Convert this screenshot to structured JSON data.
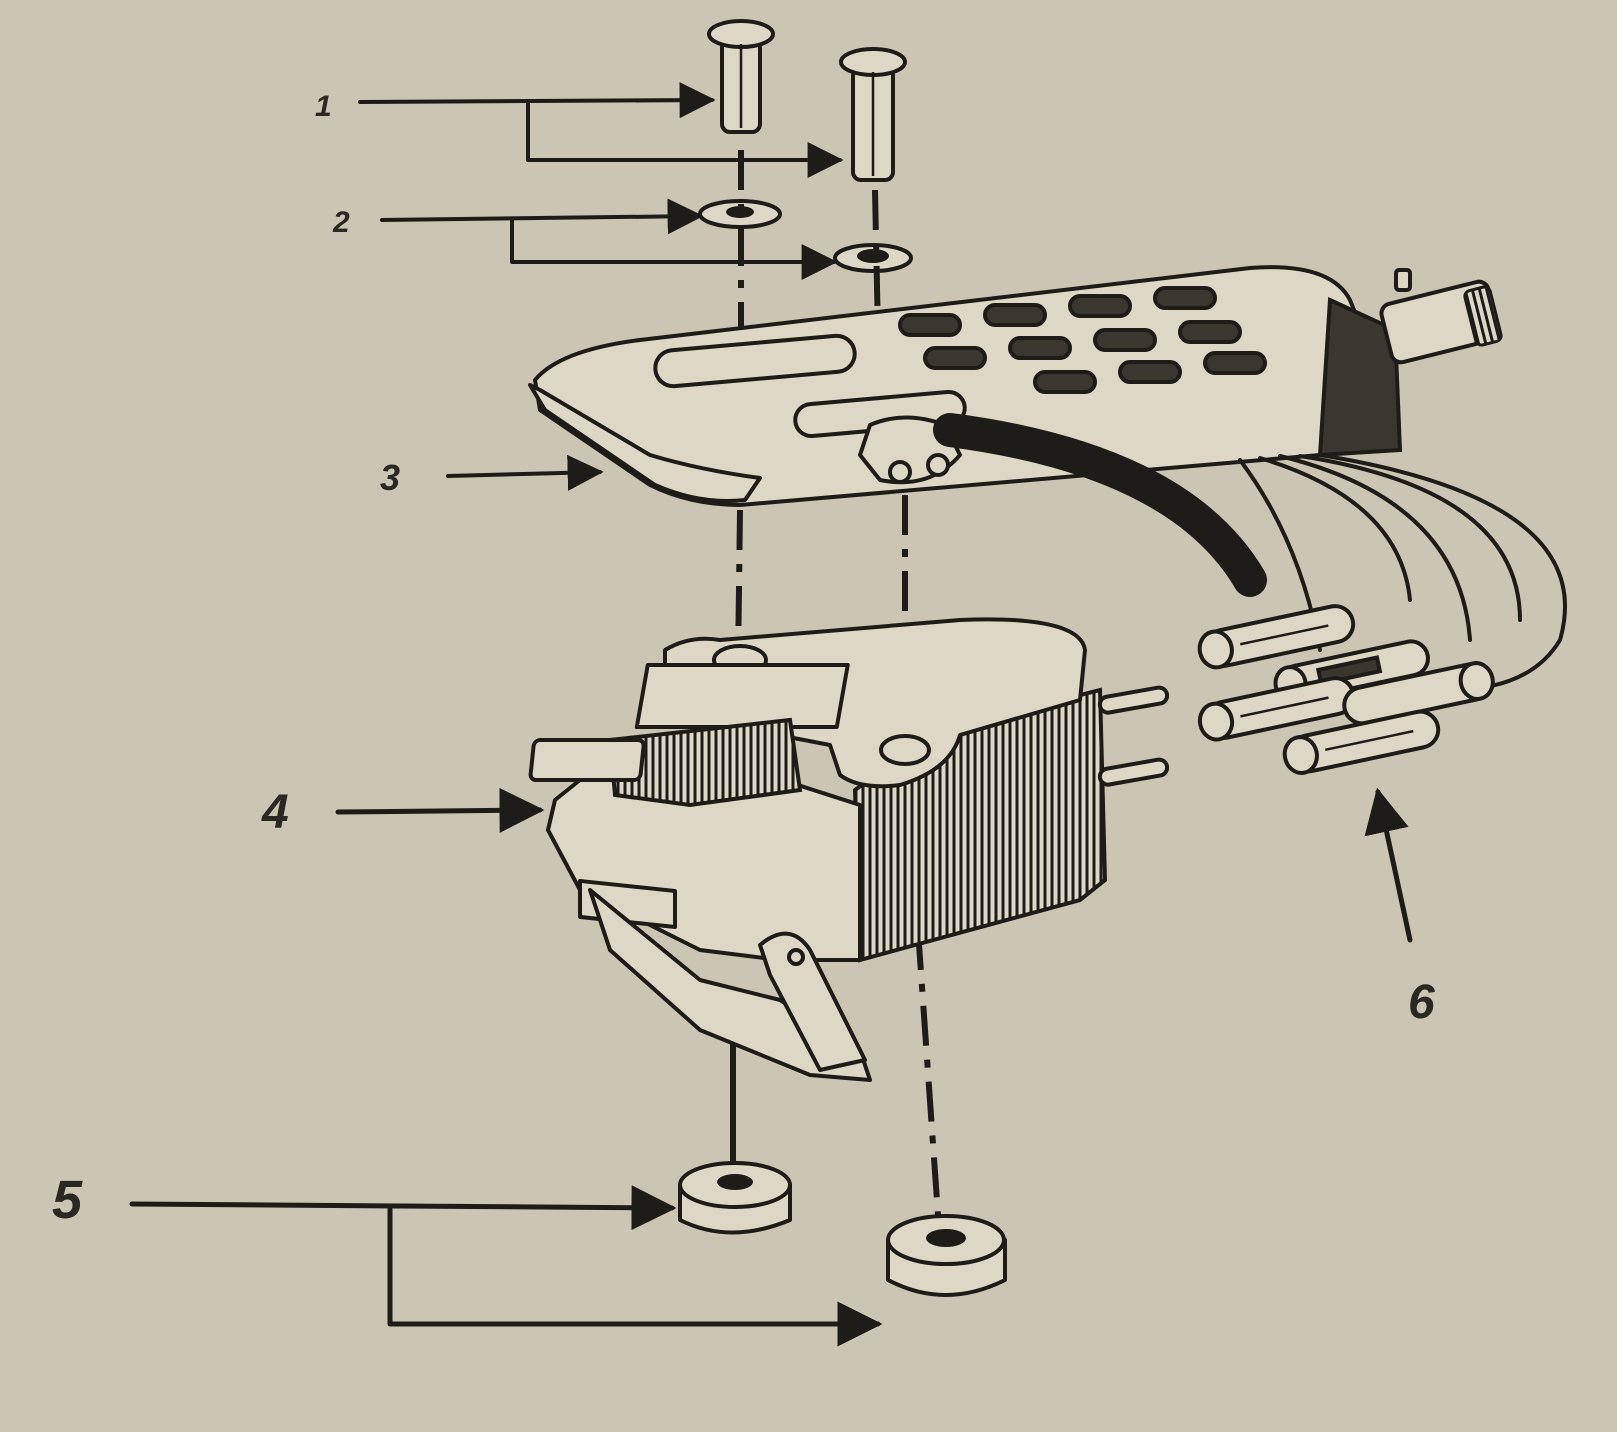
{
  "diagram": {
    "callouts": [
      {
        "id": "1",
        "label": "1",
        "part": "screws"
      },
      {
        "id": "2",
        "label": "2",
        "part": "washers"
      },
      {
        "id": "3",
        "label": "3",
        "part": "headshell"
      },
      {
        "id": "4",
        "label": "4",
        "part": "cartridge"
      },
      {
        "id": "5",
        "label": "5",
        "part": "nuts"
      },
      {
        "id": "6",
        "label": "6",
        "part": "lead-wires"
      }
    ],
    "colors": {
      "paper": "#cbc6b4",
      "ink": "#1e1c18",
      "part_fill": "#ddd8c6"
    }
  }
}
